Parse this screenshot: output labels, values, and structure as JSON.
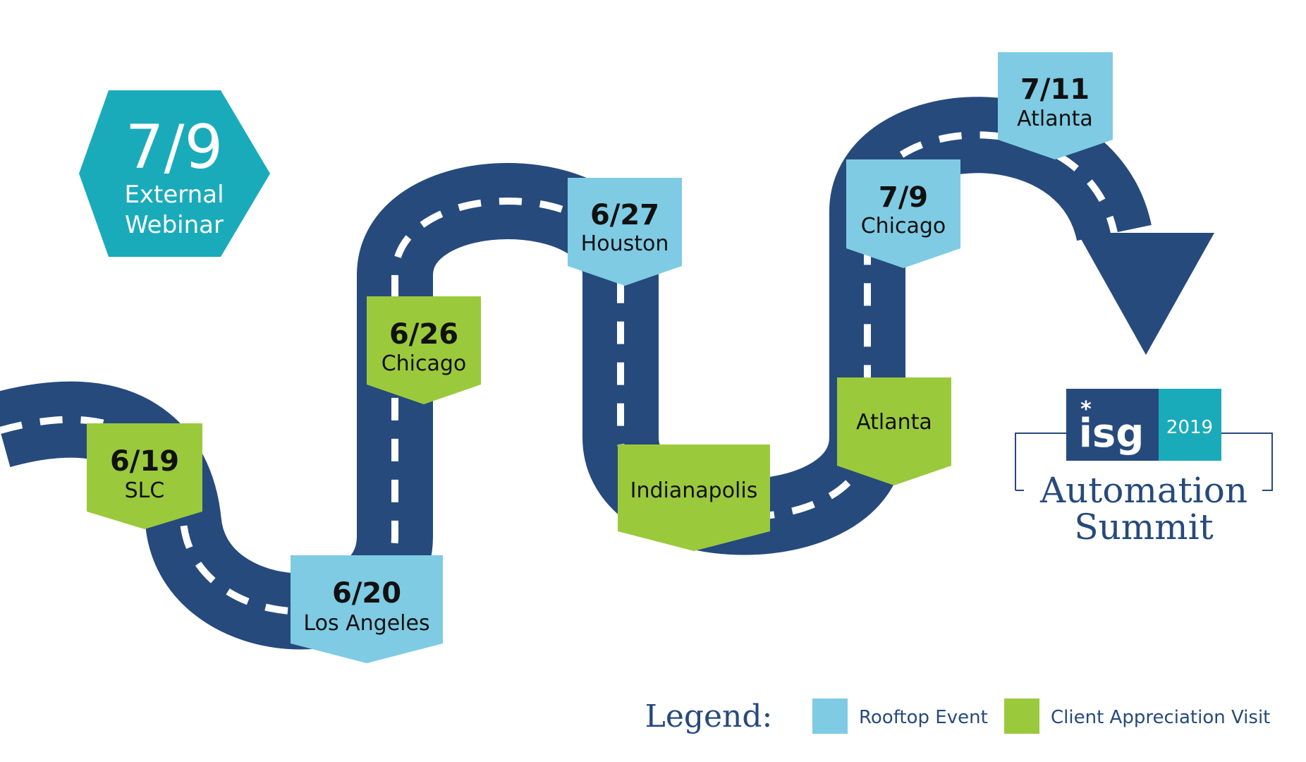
{
  "colors": {
    "road": "#264a7c",
    "dash": "#ffffff",
    "rooftop": "#7fcbe3",
    "client": "#9bc93c",
    "hex": "#1aabbb",
    "brand_text": "#264a7c"
  },
  "external_webinar": {
    "date": "7/9",
    "line1": "External",
    "line2": "Webinar"
  },
  "stops": [
    {
      "date": "6/19",
      "city": "SLC",
      "type": "client"
    },
    {
      "date": "6/20",
      "city": "Los Angeles",
      "type": "rooftop"
    },
    {
      "date": "6/26",
      "city": "Chicago",
      "type": "client"
    },
    {
      "date": "6/27",
      "city": "Houston",
      "type": "rooftop"
    },
    {
      "date": "",
      "city": "Indianapolis",
      "type": "client"
    },
    {
      "date": "",
      "city": "Atlanta",
      "type": "client"
    },
    {
      "date": "7/9",
      "city": "Chicago",
      "type": "rooftop"
    },
    {
      "date": "7/11",
      "city": "Atlanta",
      "type": "rooftop"
    }
  ],
  "brand": {
    "logo": "isg",
    "year": "2019",
    "title_line1": "Automation",
    "title_line2": "Summit"
  },
  "legend": {
    "title": "Legend:",
    "items": [
      {
        "label": "Rooftop Event",
        "type": "rooftop"
      },
      {
        "label": "Client Appreciation Visit",
        "type": "client"
      }
    ]
  }
}
